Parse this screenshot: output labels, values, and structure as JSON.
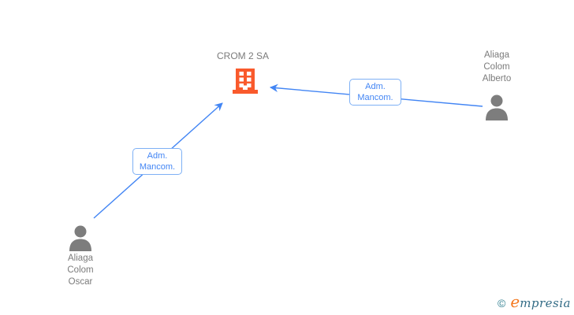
{
  "diagram": {
    "company": {
      "name": "CROM 2 SA"
    },
    "persons": [
      {
        "name": "Aliaga\nColom\nAlberto"
      },
      {
        "name": "Aliaga\nColom\nOscar"
      }
    ],
    "edges": [
      {
        "from": "Aliaga Colom Alberto",
        "to": "CROM 2 SA",
        "label": "Adm. Mancom."
      },
      {
        "from": "Aliaga Colom Oscar",
        "to": "CROM 2 SA",
        "label": "Adm. Mancom."
      }
    ]
  },
  "footer": {
    "copyright": "©",
    "brand_initial": "e",
    "brand_rest": "mpresia"
  },
  "colors": {
    "arrow_blue": "#4285f4",
    "edge_label_text": "#4285f4",
    "edge_label_border": "#7eb0f5",
    "building_orange": "#f95a2c",
    "person_gray": "#7d7d7d",
    "node_text_gray": "#7b7b7b",
    "brand_orange": "#f47920",
    "brand_teal": "#336c86"
  }
}
